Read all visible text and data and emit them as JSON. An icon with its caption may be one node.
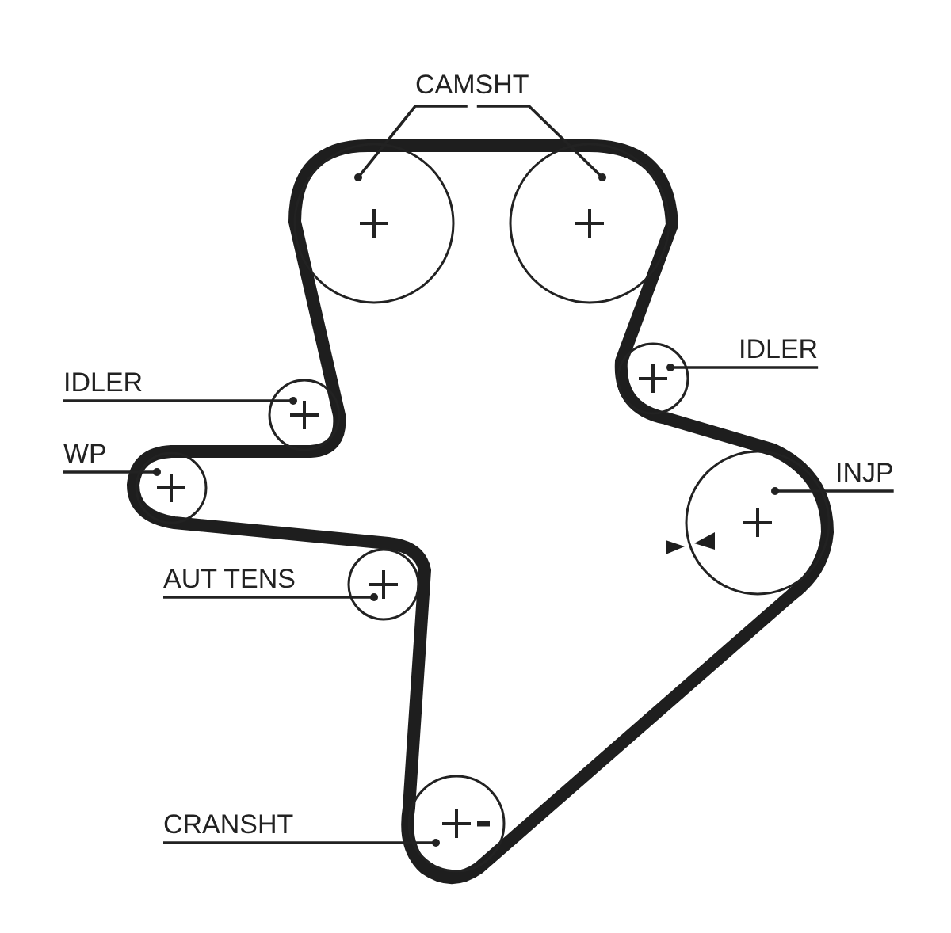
{
  "diagram": {
    "nodes": [
      {
        "text": [
          "CAMSHT"
        ]
      },
      {
        "text": [],
        "shape": "circle"
      },
      {
        "text": [],
        "shape": "circle"
      },
      {
        "text": [
          "IDLER"
        ]
      },
      {
        "text": [],
        "shape": "circle"
      },
      {
        "text": [
          "IDLER"
        ]
      },
      {
        "text": [],
        "shape": "circle"
      },
      {
        "text": [
          "WP"
        ]
      },
      {
        "text": [],
        "shape": "circle"
      },
      {
        "text": [
          "INJP"
        ]
      },
      {
        "text": [],
        "shape": "circle"
      },
      {
        "text": [
          "AUT TENS"
        ]
      },
      {
        "text": [],
        "shape": "circle"
      },
      {
        "text": [
          "CRANSHT"
        ]
      },
      {
        "text": [],
        "shape": "circle"
      }
    ],
    "edges": [
      {
        "from": 0,
        "to": 1,
        "arrow": "other"
      },
      {
        "from": 0,
        "to": 2,
        "arrow": "other"
      },
      {
        "from": 3,
        "to": 4,
        "arrow": "other"
      },
      {
        "from": 5,
        "to": 6,
        "arrow": "other"
      },
      {
        "from": 7,
        "to": 8,
        "arrow": "other"
      },
      {
        "from": 9,
        "to": 10,
        "arrow": "other"
      },
      {
        "from": 11,
        "to": 12,
        "arrow": "other"
      },
      {
        "from": 13,
        "to": 14,
        "arrow": "other"
      }
    ]
  }
}
